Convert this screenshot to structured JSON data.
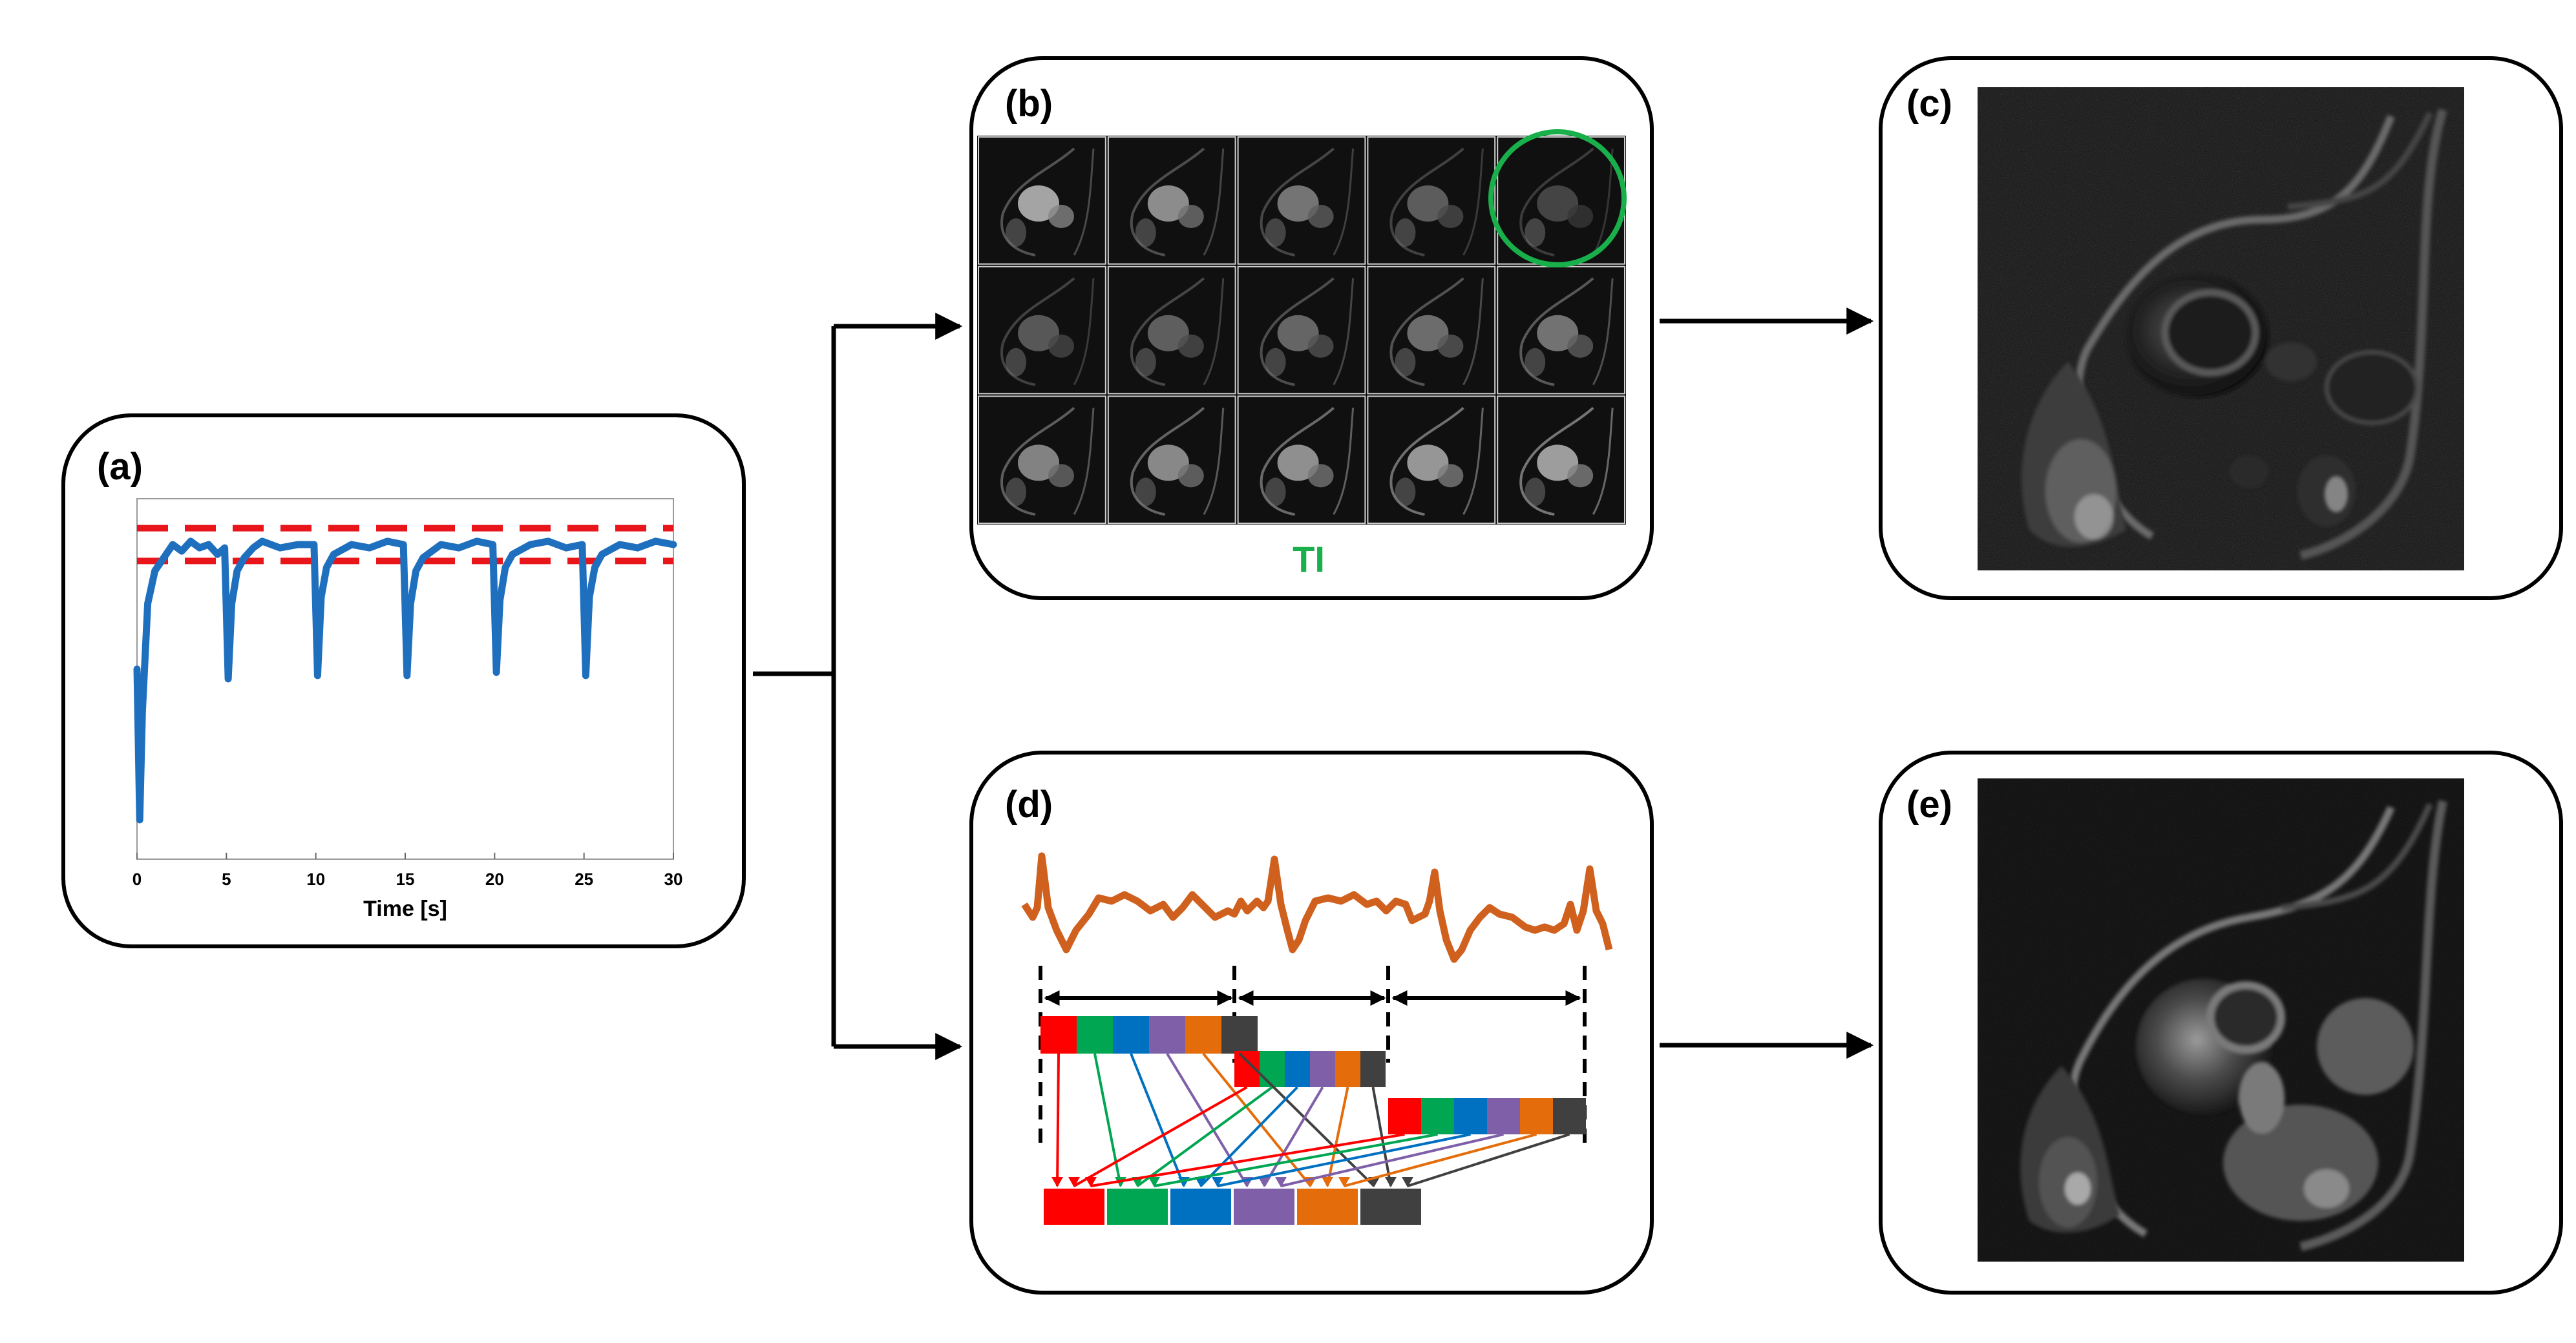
{
  "panels": {
    "a": {
      "label": "(a)",
      "x_axis_title": "Time [s]",
      "x_ticks": [
        "0",
        "5",
        "10",
        "15",
        "20",
        "25",
        "30"
      ]
    },
    "b": {
      "label": "(b)",
      "ti_label": "TI",
      "grid_rows": 3,
      "grid_cols": 5,
      "selected_cell": "row 1, col 5"
    },
    "c": {
      "label": "(c)"
    },
    "d": {
      "label": "(d)",
      "segment_colors": [
        "#ff0000",
        "#00a651",
        "#0070c0",
        "#7f60a8",
        "#e46c0a",
        "#404040"
      ]
    },
    "e": {
      "label": "(e)"
    }
  },
  "colors": {
    "signal_blue": "#1f6fbf",
    "threshold_red": "#e8161b",
    "ti_green": "#19b04b",
    "ecg_orange": "#d0601e",
    "frame_black": "#000000"
  },
  "chart_data": {
    "type": "line",
    "title": "",
    "xlabel": "Time [s]",
    "ylabel": "",
    "xlim": [
      0,
      30
    ],
    "x_ticks": [
      0,
      5,
      10,
      15,
      20,
      25,
      30
    ],
    "series": [
      {
        "x": [
          0,
          0.15,
          0.3,
          0.6,
          1.0,
          1.5,
          2.0,
          2.5,
          3.0,
          3.5,
          4.0,
          4.5,
          4.9,
          5.1,
          5.3,
          5.6,
          6.0,
          6.5,
          7.0,
          8.0,
          9.0,
          9.9,
          10.1,
          10.3,
          10.6,
          11.0,
          12.0,
          13.0,
          14.0,
          14.9,
          15.1,
          15.3,
          15.6,
          16.0,
          17.0,
          18.0,
          19.0,
          19.9,
          20.1,
          20.3,
          20.6,
          21.0,
          22.0,
          23.0,
          24.0,
          24.9,
          25.1,
          25.3,
          25.6,
          26.0,
          27.0,
          28.0,
          29.0,
          30.0
        ],
        "y": [
          0.58,
          0.12,
          0.45,
          0.78,
          0.88,
          0.92,
          0.96,
          0.94,
          0.97,
          0.95,
          0.96,
          0.93,
          0.95,
          0.55,
          0.78,
          0.88,
          0.92,
          0.95,
          0.97,
          0.95,
          0.96,
          0.96,
          0.56,
          0.8,
          0.89,
          0.93,
          0.96,
          0.95,
          0.97,
          0.96,
          0.56,
          0.78,
          0.88,
          0.92,
          0.96,
          0.95,
          0.97,
          0.96,
          0.57,
          0.79,
          0.89,
          0.93,
          0.96,
          0.97,
          0.95,
          0.96,
          0.56,
          0.8,
          0.89,
          0.93,
          0.96,
          0.95,
          0.97,
          0.96
        ]
      }
    ],
    "thresholds": [
      1.01,
      0.91
    ]
  }
}
